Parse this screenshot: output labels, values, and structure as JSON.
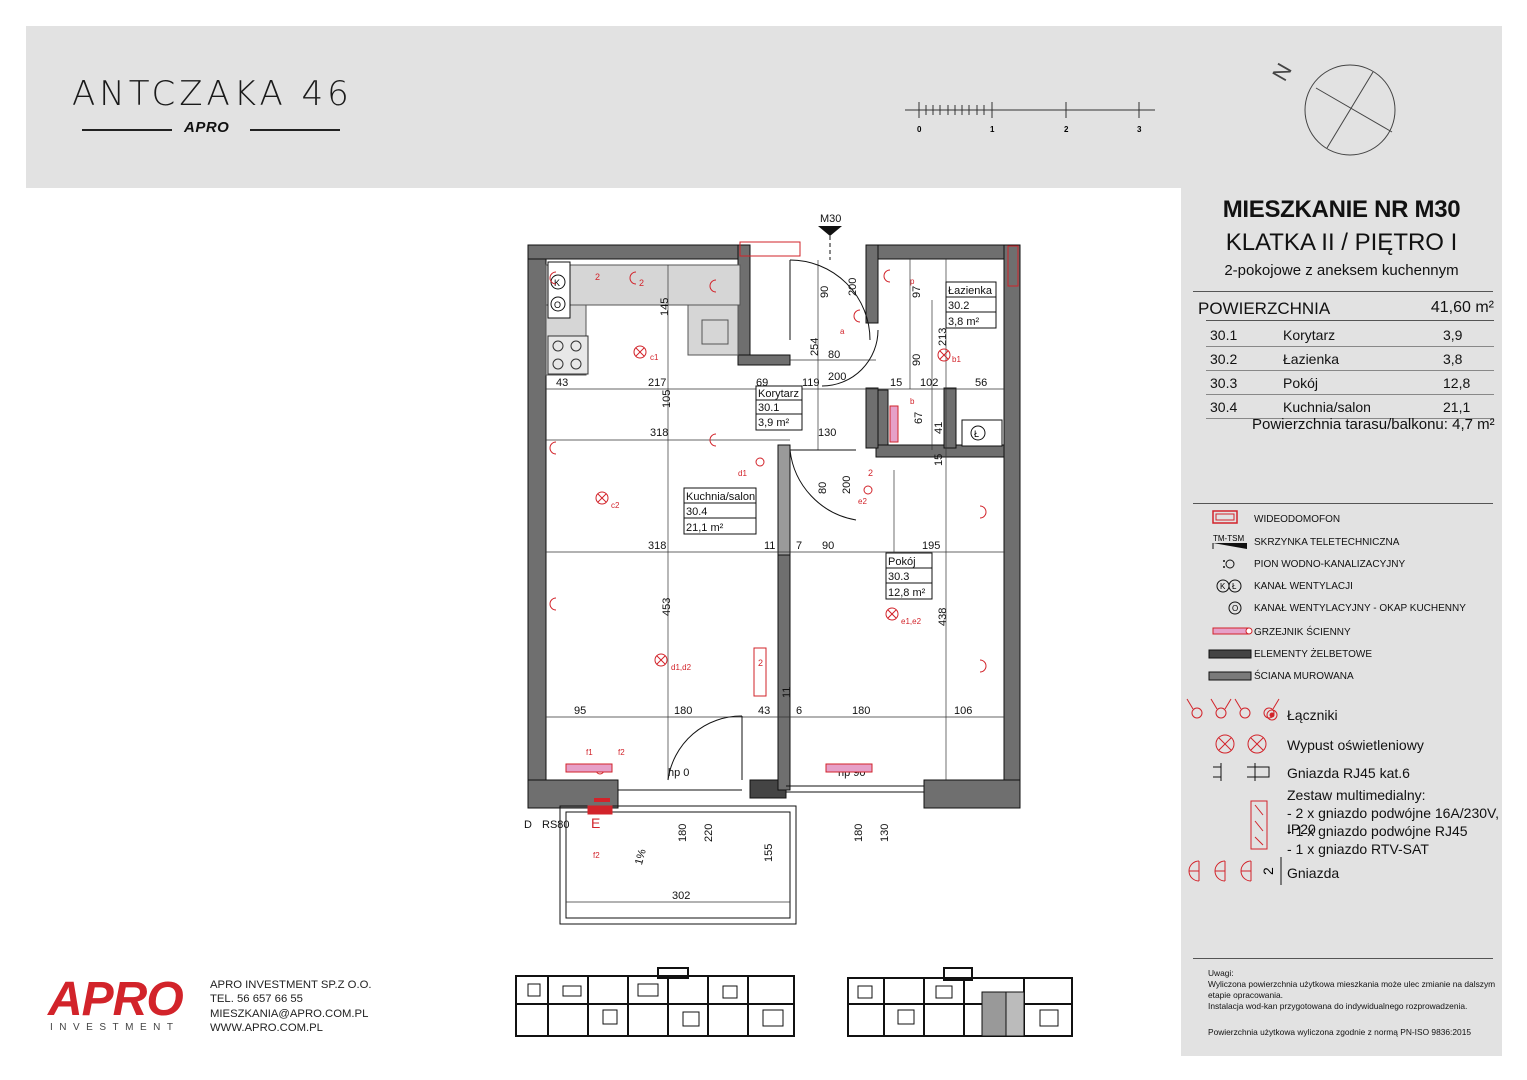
{
  "header": {
    "project_title": "ANTCZAKA 46",
    "project_subtitle": "APRO",
    "scale_ticks": [
      "0",
      "1",
      "2",
      "3"
    ],
    "compass_letter": "N"
  },
  "apartment": {
    "title": "MIESZKANIE NR M30",
    "location": "KLATKA II / PIĘTRO I",
    "type": "2-pokojowe z aneksem kuchennym"
  },
  "surface": {
    "heading": "POWIERZCHNIA",
    "total": "41,60 m²",
    "rooms": [
      {
        "id": "30.1",
        "name": "Korytarz",
        "area": "3,9"
      },
      {
        "id": "30.2",
        "name": "Łazienka",
        "area": "3,8"
      },
      {
        "id": "30.3",
        "name": "Pokój",
        "area": "12,8"
      },
      {
        "id": "30.4",
        "name": "Kuchnia/salon",
        "area": "21,1"
      }
    ],
    "balcony": "Powierzchnia tarasu/balkonu: 4,7 m²"
  },
  "legend": {
    "items": [
      {
        "label": "WIDEODOMOFON",
        "icon": "intercom-icon"
      },
      {
        "label": "SKRZYNKA TELETECHNICZNA",
        "icon": "telecom-box-icon"
      },
      {
        "label": "PION WODNO-KANALIZACYJNY",
        "icon": "water-riser-icon"
      },
      {
        "label": "KANAŁ WENTYLACJI",
        "icon": "ventilation-icon"
      },
      {
        "label": "KANAŁ WENTYLACYJNY - OKAP KUCHENNY",
        "icon": "hood-vent-icon"
      },
      {
        "label": "GRZEJNIK ŚCIENNY",
        "icon": "radiator-icon"
      },
      {
        "label": "ELEMENTY ŻELBETOWE",
        "icon": "concrete-icon"
      },
      {
        "label": "ŚCIANA MUROWANA",
        "icon": "masonry-wall-icon"
      }
    ],
    "telecom_tag": "TM-TSM",
    "switches": "Łączniki",
    "light": "Wypust oświetleniowy",
    "rj45": "Gniazda RJ45 kat.6",
    "multimedia_title": "Zestaw multimedialny:",
    "multimedia_lines": [
      "- 2 x gniazdo podwójne 16A/230V, IP20",
      "- 1 x gniazdo podwójne RJ45",
      "- 1 x gniazdo RTV-SAT"
    ],
    "sockets": "Gniazda",
    "socket_num": "2"
  },
  "notes": {
    "title": "Uwagi:",
    "line1": "Wyliczona powierzchnia użytkowa mieszkania może ulec zmianie na dalszym etapie opracowania.",
    "line2": "Instalacja wod-kan przygotowana do indywidualnego rozprowadzenia.",
    "line3": "Powierzchnia użytkowa wyliczona zgodnie z normą PN-ISO 9836:2015"
  },
  "company": {
    "logo": "APRO",
    "logo_sub": "INVESTMENT",
    "name": "APRO INVESTMENT SP.Z O.O.",
    "phone": "TEL. 56 657 66 55",
    "email": "MIESZKANIA@APRO.COM.PL",
    "web": "WWW.APRO.COM.PL"
  },
  "plan": {
    "section_mark": "M30",
    "rooms": [
      {
        "name": "Korytarz",
        "id": "30.1",
        "area": "3,9 m²"
      },
      {
        "name": "Łazienka",
        "id": "30.2",
        "area": "3,8 m²"
      },
      {
        "name": "Pokój",
        "id": "30.3",
        "area": "12,8 m²"
      },
      {
        "name": "Kuchnia/salon",
        "id": "30.4",
        "area": "21,1 m²"
      }
    ],
    "dims": {
      "d145": "145",
      "d43a": "43",
      "d217": "217",
      "d69": "69",
      "d119": "119",
      "d254": "254",
      "d80a": "80",
      "d200a": "200",
      "d200b": "200",
      "d90a": "90",
      "d97": "97",
      "d213": "213",
      "d90b": "90",
      "d15a": "15",
      "d102": "102",
      "d56": "56",
      "d105": "105",
      "d318a": "318",
      "d130a": "130",
      "d67": "67",
      "d41": "41",
      "d15b": "15",
      "d80b": "80",
      "d200c": "200",
      "d318b": "318",
      "d11a": "11",
      "d7": "7",
      "d90c": "90",
      "d195": "195",
      "d453": "453",
      "d438": "438",
      "d95": "95",
      "d180a": "180",
      "d43b": "43",
      "d11b": "11",
      "d6": "6",
      "d180b": "180",
      "d106": "106",
      "d180c": "180",
      "d220": "220",
      "d180d": "180",
      "d130b": "130",
      "d155": "155",
      "d302": "302",
      "d1pct": "1%"
    },
    "labels": {
      "hp0": "hp 0",
      "hp90": "hp 90",
      "rs80": "RS80",
      "e": "E",
      "dash": "D"
    },
    "fixture_tags": {
      "c1": "c1",
      "c2": "c2",
      "d1d2": "d1,d2",
      "e1e2": "e1,e2",
      "b1": "b1",
      "p": "p",
      "f1": "f1",
      "f2": "f2",
      "f2b": "f2",
      "e2": "e2",
      "d1": "d1",
      "a": "a",
      "bb": "b"
    },
    "socket_nums": {
      "s": "2"
    },
    "vent": {
      "k": "K",
      "o": "O",
      "l": "Ł"
    }
  }
}
